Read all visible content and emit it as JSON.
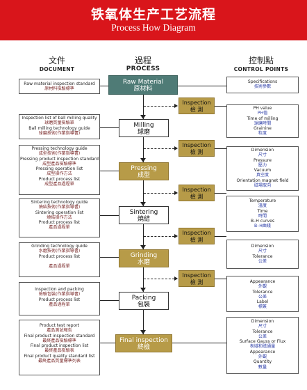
{
  "title": {
    "cn": "铁氧体生产工艺流程",
    "en": "Process How Diagram"
  },
  "headers": {
    "document": {
      "cn": "文件",
      "en": "DOCUMENT"
    },
    "process": {
      "cn": "過程",
      "en": "PROCESS"
    },
    "control": {
      "cn": "控制點",
      "en": "CONTROL POINTS"
    }
  },
  "documents": [
    [
      "Raw material inspection standard",
      "原材料檢驗標準"
    ],
    [
      "Inspection list of ball milling quality",
      "球磨質量檢驗單",
      "Ball milling technology guide",
      "球磨技術(作業指導書)"
    ],
    [
      "Pressing technology guide",
      "成型技術(作業指導書)",
      "Pressing product inspection standard",
      "成型產品檢驗標準",
      "Pressing operation list",
      "成型操作方法",
      "Product process list",
      "成型產品過程單"
    ],
    [
      "Sintering technology guide",
      "燒結技術(作業指導書)",
      "Sintering operation list",
      "燒結操作方法",
      "Product process list",
      "產品過程單"
    ],
    [
      "Grinding technology guide",
      "水磨技術(作業指導書)",
      "Product process list",
      "",
      "產品過程單"
    ],
    [
      "Inspection and packing",
      "檢驗包裝(作業指導書)",
      "Product process list",
      "產品過程單"
    ],
    [
      "Product test report",
      "產品測試報告",
      "Final product inspection standard",
      "最終產品檢驗標準",
      "Final product inspection list",
      "最終產品檢驗表",
      "Final product quality standard list",
      "最終產品質量標準列表"
    ]
  ],
  "processes": [
    {
      "en": "Raw Material",
      "cn": "原材料"
    },
    {
      "en": "Milling",
      "cn": "球磨"
    },
    {
      "en": "Pressing",
      "cn": "成型"
    },
    {
      "en": "Sintering",
      "cn": "燒結"
    },
    {
      "en": "Grinding",
      "cn": "水磨"
    },
    {
      "en": "Packing",
      "cn": "包裝"
    },
    {
      "en": "Final inspection",
      "cn": "終檢"
    }
  ],
  "inspection": {
    "en": "Inspection",
    "cn": "檢 測"
  },
  "controls": [
    [
      "Specifications",
      "技術參數"
    ],
    [
      "PH   value",
      "PH值",
      "Time of milling",
      "球磨時間",
      "Grainine",
      "粒度"
    ],
    [
      "Dimension",
      "尺寸",
      "Pressure",
      "壓力",
      "Vacuum",
      "真空度",
      "Orientation magnet field",
      "磁場取向"
    ],
    [
      "Temperature",
      "溫度",
      "Time",
      "時間",
      "B–H curves",
      "B–H曲綫"
    ],
    [
      "Dimension",
      "尺寸",
      "Tolerance",
      "公差"
    ],
    [
      "Appearance",
      "外觀",
      "Tolerance",
      "公差",
      "Label",
      "標簽"
    ],
    [
      "Dimension",
      "尺寸",
      "Tolerance",
      "公差",
      "Surface Gauss or Flux",
      "表域和磁通量",
      "Appearance",
      "外觀",
      "Quantity",
      "數量"
    ]
  ]
}
